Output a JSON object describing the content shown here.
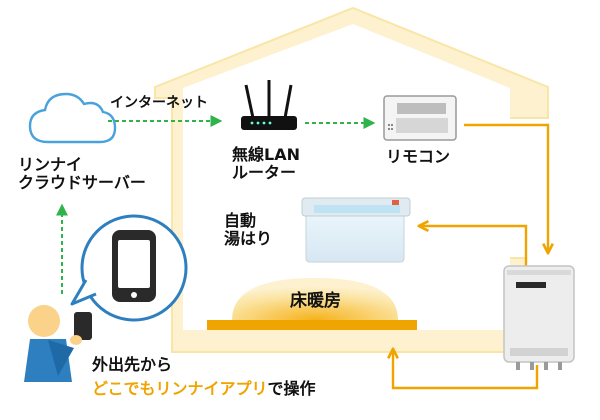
{
  "labels": {
    "internet": "インターネット",
    "cloud_line1": "リンナイ",
    "cloud_line2": "クラウドサーバー",
    "router_line1": "無線LAN",
    "router_line2": "ルーター",
    "remote": "リモコン",
    "auto_fill_line1": "自動",
    "auto_fill_line2": "湯はり",
    "floor_heating": "床暖房",
    "message_line1": "外出先から",
    "message_highlight": "どこでもリンナイアプリ",
    "message_rest": "で操作"
  },
  "colors": {
    "house_fill": "#fdf1cf",
    "house_outline": "#f9e6a6",
    "pipe": "#f0a400",
    "network_dash": "#2fb34a",
    "icon_blue": "#2e7fc0",
    "highlight_text": "#f0a400"
  },
  "icons": {
    "cloud": "cloud-icon",
    "router": "wifi-router-icon",
    "remote": "remote-control-icon",
    "bathtub": "bathtub-icon",
    "floor_heating": "floor-heating-dome",
    "water_heater": "water-heater-icon",
    "smartphone": "smartphone-icon",
    "person": "person-icon"
  }
}
